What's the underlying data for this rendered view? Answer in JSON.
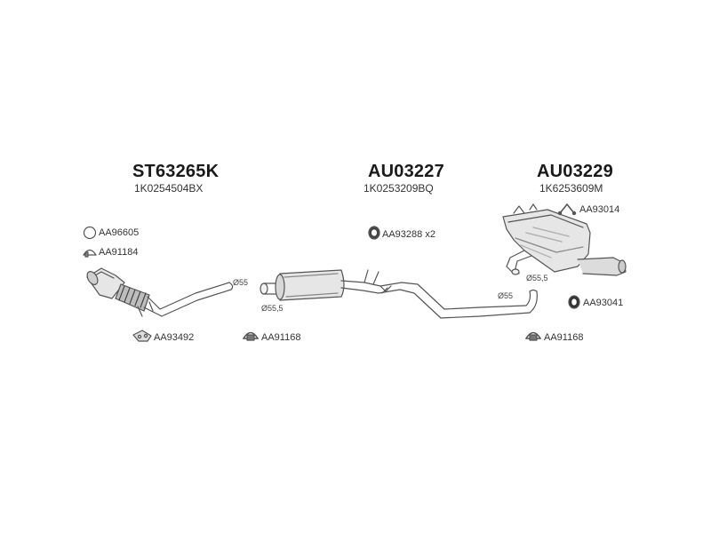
{
  "assemblies": {
    "front": {
      "code": "ST63265K",
      "oem": "1K0254504BX"
    },
    "middle": {
      "code": "AU03227",
      "oem": "1K0253209BQ"
    },
    "rear": {
      "code": "AU03229",
      "oem": "1K6253609M"
    }
  },
  "fittings": {
    "ring_gasket": "AA96605",
    "clamp_front": "AA91184",
    "gasket_front": "AA93492",
    "clamp_middle": "AA91168",
    "rubber_hanger": "AA93288 x2",
    "clamp_rear": "AA91168",
    "bracket": "AA93014",
    "rubber_mount": "AA93041"
  },
  "diameters": {
    "front_outlet": "Ø55",
    "middle_inlet": "Ø55,5",
    "middle_outlet": "Ø55",
    "rear_inlet": "Ø55,5"
  },
  "icons": {
    "ring_gasket": "ring-icon",
    "clamp": "clamp-icon",
    "gasket": "gasket-icon",
    "hanger": "hanger-icon",
    "bracket": "bracket-icon",
    "mount": "mount-icon"
  },
  "colors": {
    "line": "#555555",
    "fill": "#e6e6e6",
    "dark": "#333333"
  }
}
